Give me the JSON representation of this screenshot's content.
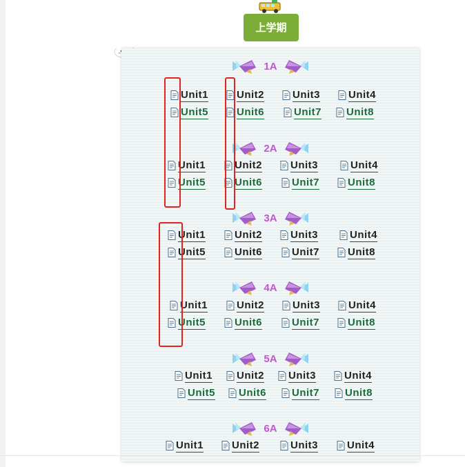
{
  "term_button": "上学期",
  "icons": {
    "top": "school-bus-icon",
    "cloud": "cloud-face-icon",
    "candy": "candy-icon",
    "doc": "document-icon"
  },
  "colors": {
    "button": "#7cad38",
    "grade": "#c157cf",
    "unit_dark": "#222222",
    "unit_green": "#1b6b3a",
    "highlight": "#e0231f"
  },
  "grades": [
    {
      "label": "1A",
      "units": [
        "Unit1",
        "Unit2",
        "Unit3",
        "Unit4",
        "Unit5",
        "Unit6",
        "Unit7",
        "Unit8"
      ]
    },
    {
      "label": "2A",
      "units": [
        "Unit1",
        "Unit2",
        "Unit3",
        "Unit4",
        "Unit5",
        "Unit6",
        "Unit7",
        "Unit8"
      ]
    },
    {
      "label": "3A",
      "units": [
        "Unit1",
        "Unit2",
        "Unit3",
        "Unit4",
        "Unit5",
        "Unit6",
        "Unit7",
        "Unit8"
      ]
    },
    {
      "label": "4A",
      "units": [
        "Unit1",
        "Unit2",
        "Unit3",
        "Unit4",
        "Unit5",
        "Unit6",
        "Unit7",
        "Unit8"
      ]
    },
    {
      "label": "5A",
      "units": [
        "Unit1",
        "Unit2",
        "Unit3",
        "Unit4",
        "Unit5",
        "Unit6",
        "Unit7",
        "Unit8"
      ]
    },
    {
      "label": "6A",
      "units": [
        "Unit1",
        "Unit2",
        "Unit3",
        "Unit4"
      ]
    }
  ]
}
